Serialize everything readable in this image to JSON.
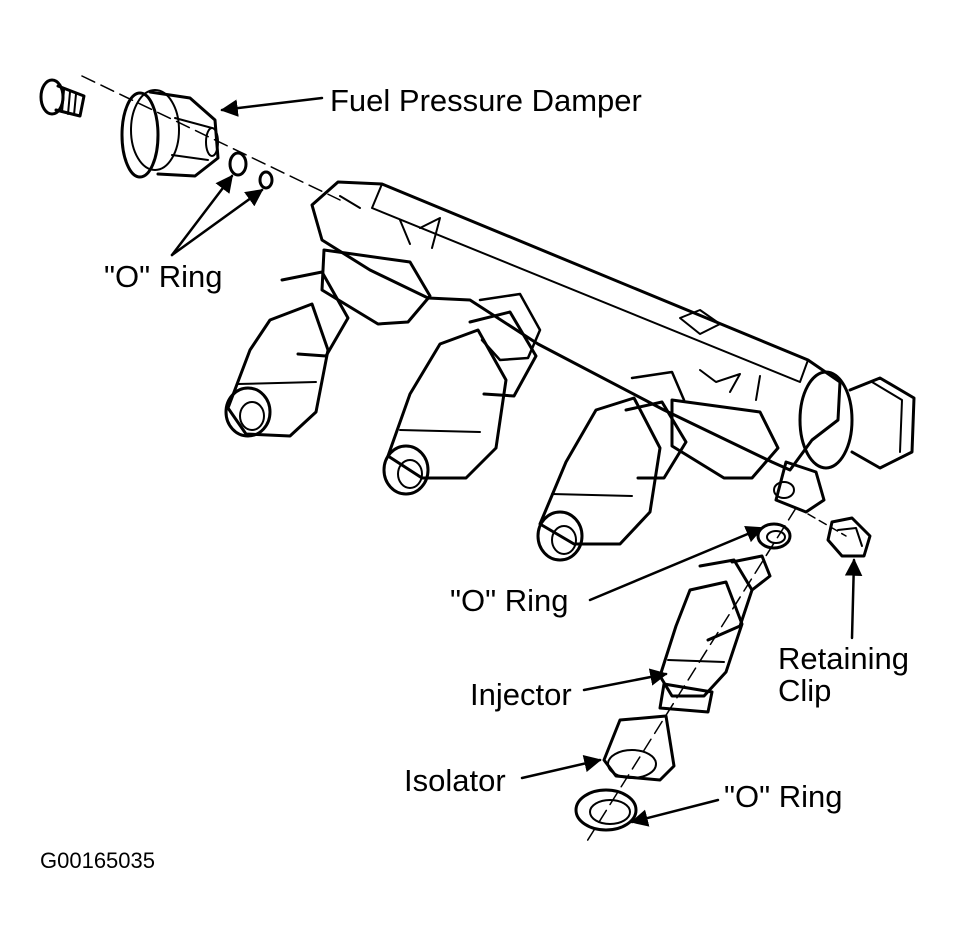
{
  "labels": {
    "fuel_pressure_damper": "Fuel Pressure Damper",
    "o_ring_top": "\"O\" Ring",
    "o_ring_middle": "\"O\" Ring",
    "retaining_clip_line1": "Retaining",
    "retaining_clip_line2": "Clip",
    "injector": "Injector",
    "isolator": "Isolator",
    "o_ring_bottom": "\"O\" Ring"
  },
  "figure_code": "G00165035"
}
